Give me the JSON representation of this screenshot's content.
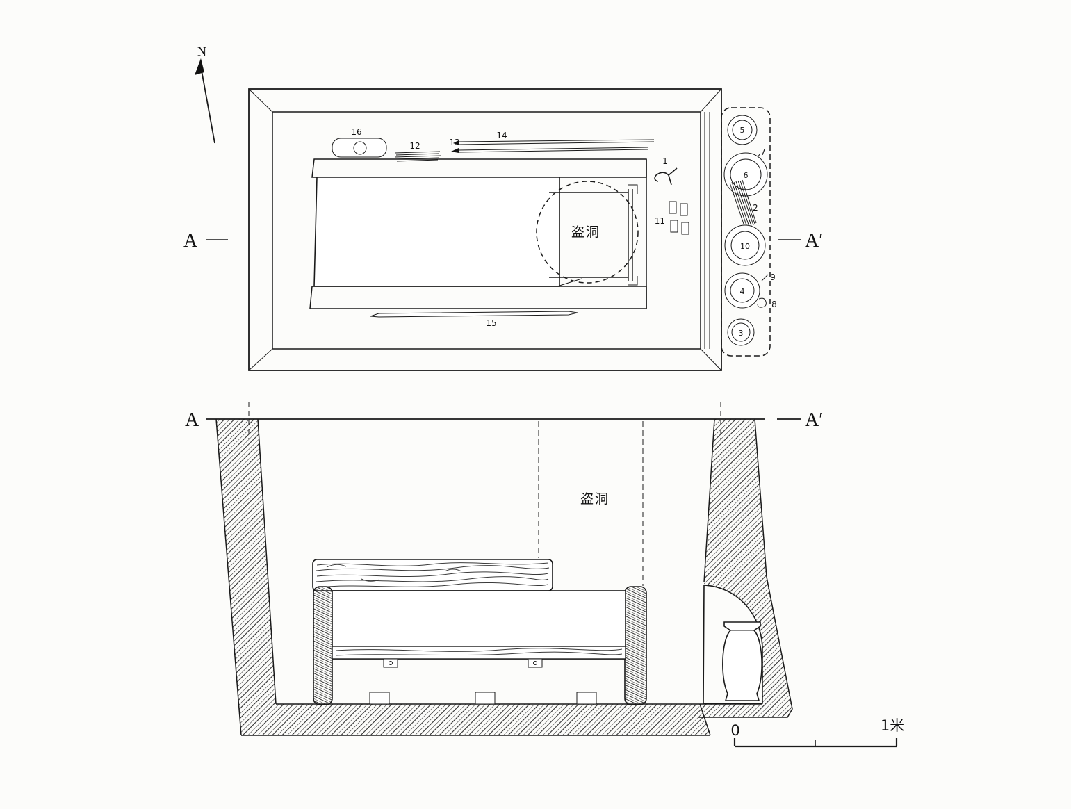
{
  "figure": {
    "compass_label": "N",
    "plan": {
      "section_left": "A",
      "section_right": "A′",
      "robber_hole": "盗洞",
      "artifact_labels": [
        "1",
        "2",
        "3",
        "4",
        "5",
        "6",
        "7",
        "8",
        "9",
        "10",
        "11",
        "12",
        "13",
        "14",
        "15",
        "16"
      ]
    },
    "section": {
      "section_left": "A",
      "section_right": "A′",
      "robber_hole": "盗洞"
    },
    "scale_bar": {
      "start": "0",
      "end": "1米"
    }
  }
}
